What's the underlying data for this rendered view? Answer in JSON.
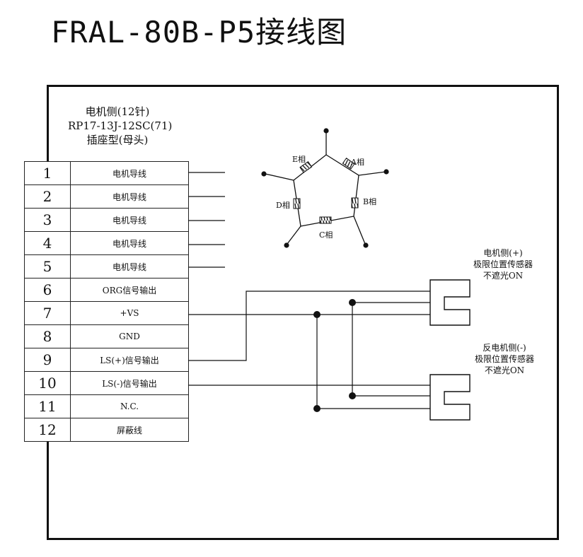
{
  "title": "FRAL-80B-P5接线图",
  "connector": {
    "line1": "电机侧(12针)",
    "line2": "RP17-13J-12SC(71)",
    "line3": "插座型(母头)"
  },
  "pins": [
    {
      "num": "1",
      "label": "电机导线"
    },
    {
      "num": "2",
      "label": "电机导线"
    },
    {
      "num": "3",
      "label": "电机导线"
    },
    {
      "num": "4",
      "label": "电机导线"
    },
    {
      "num": "5",
      "label": "电机导线"
    },
    {
      "num": "6",
      "label": "ORG信号输出"
    },
    {
      "num": "7",
      "label": "+VS"
    },
    {
      "num": "8",
      "label": "GND"
    },
    {
      "num": "9",
      "label": "LS(+)信号输出"
    },
    {
      "num": "10",
      "label": "LS(-)信号输出"
    },
    {
      "num": "11",
      "label": "N.C."
    },
    {
      "num": "12",
      "label": "屏蔽线"
    }
  ],
  "motor": {
    "phase_a": "A相",
    "phase_b": "B相",
    "phase_c": "C相",
    "phase_d": "D相",
    "phase_e": "E相"
  },
  "sensor_plus": {
    "line1": "电机侧(+)",
    "line2": "极限位置传感器",
    "line3": "不遮光ON"
  },
  "sensor_minus": {
    "line1": "反电机侧(-)",
    "line2": "极限位置传感器",
    "line3": "不遮光ON"
  }
}
